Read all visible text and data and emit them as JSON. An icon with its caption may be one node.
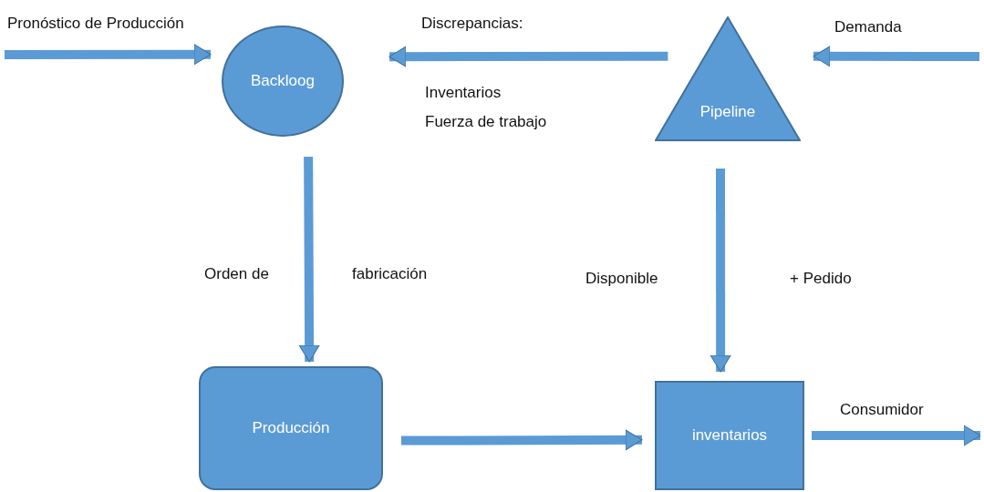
{
  "diagram": {
    "nodes": [
      {
        "text": [
          "Backloog"
        ]
      },
      {
        "text": [
          "Pipeline"
        ]
      },
      {
        "text": [
          "Producción"
        ]
      },
      {
        "text": [
          "inventarios"
        ]
      }
    ],
    "edges": [
      {
        "from": null,
        "to": 0,
        "arrow": "to",
        "label": "Pronóstico de Producción"
      },
      {
        "from": 1,
        "to": 0,
        "arrow": "to",
        "label": "Discrepancias:"
      },
      {
        "from": null,
        "to": 1,
        "arrow": "to",
        "label": "Demanda"
      },
      {
        "from": 0,
        "to": 2,
        "arrow": "to"
      },
      {
        "from": 1,
        "to": 3,
        "arrow": "to"
      },
      {
        "from": 2,
        "to": 3,
        "arrow": "to"
      },
      {
        "from": 3,
        "to": null,
        "arrow": "to",
        "label": "Consumidor"
      }
    ],
    "labels": [
      "Inventarios",
      "Fuerza de trabajo",
      "Orden de",
      "fabricación",
      "Disponible",
      "+ Pedido"
    ]
  }
}
